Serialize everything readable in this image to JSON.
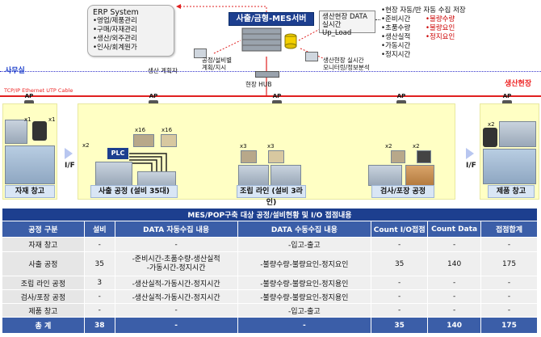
{
  "erp": {
    "title": "ERP System",
    "items": [
      "•영업/제품관리",
      "•구매/자재관리",
      "•생산/외주관리",
      "•인사/회계원가"
    ]
  },
  "mes": {
    "title": "사출/금형-MES서버"
  },
  "plant_data": {
    "line1": "생산현장 DATA",
    "line2": "실시간 Up_Load"
  },
  "auto_collect": {
    "title": "•현장 자동/반 자동 수집 저장",
    "col1": [
      "•준비시간",
      "•초품수량",
      "•생산실적",
      "•가동시간",
      "•정지시간"
    ],
    "col2": [
      "•불량수량",
      "•불량요인",
      "•정지요인"
    ]
  },
  "labels": {
    "office": "사무실",
    "plant": "생산현장",
    "tcp": "TCP/IP Ethernet UTP Cable",
    "hub": "현장 HUB",
    "prod_plan": "생산 계획자",
    "plan_text1": "공정/설비별",
    "plan_text2": "계획/지시",
    "monitor1": "생산현장 실시간",
    "monitor2": "모니터링/정보분석",
    "ap": "AP",
    "if": "I/F",
    "plc": "PLC"
  },
  "areas": {
    "material": "자재 창고",
    "injection": "사출 공정 (설비 35대)",
    "assembly": "조립 라인 (설비 3라인)",
    "inspection": "검사/포장 공정",
    "product": "제품 창고"
  },
  "multipliers": {
    "x1a": "x1",
    "x1b": "x1",
    "x2a": "x2",
    "x16a": "x16",
    "x16b": "x16",
    "x3a": "x3",
    "x3b": "x3",
    "x2b": "x2",
    "x2c": "x2",
    "x2d": "x2"
  },
  "table": {
    "caption": "MES/POP구축 대상 공정/설비현황 및 I/O 접점내용",
    "headers": [
      "공정 구분",
      "설비",
      "DATA 자동수집 내용",
      "DATA 수동수집 내용",
      "Count I/O접점",
      "Count Data",
      "접점합계"
    ],
    "rows": [
      [
        "자재 창고",
        "-",
        "-",
        "-입고-출고",
        "-",
        "-",
        "-"
      ],
      [
        "사출 공정",
        "35",
        "-준비시간-초품수량-생산실적\n-가동시간-정지시간",
        "-불량수량-불량요인-정지요인",
        "35",
        "140",
        "175"
      ],
      [
        "조립 라인 공정",
        "3",
        "-생산실적-가동시간-정지시간",
        "-불량수량-불량요인-정지용인",
        "-",
        "-",
        "-"
      ],
      [
        "검사/포장 공정",
        "-",
        "-생산실적-가동시간-정지시간",
        "-불량수량-불량요인-정지용인",
        "-",
        "-",
        "-"
      ],
      [
        "제품 창고",
        "-",
        "-",
        "-입고-출고",
        "-",
        "-",
        "-"
      ]
    ],
    "total": [
      "총 계",
      "38",
      "-",
      "-",
      "35",
      "140",
      "175"
    ]
  },
  "colors": {
    "accent": "#1d3f8f",
    "header": "#3b5ea8",
    "line": "#e02020"
  }
}
